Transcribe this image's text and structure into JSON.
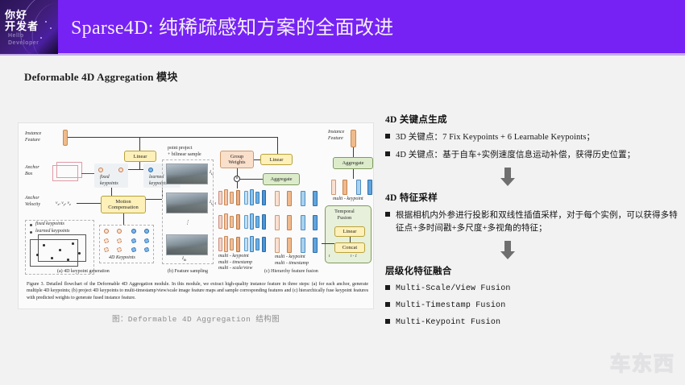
{
  "logo": {
    "cn_line1": "你好",
    "cn_line2": "开发者",
    "en_line1": "Hello",
    "en_line2": "Developer"
  },
  "header": {
    "title": "Sparse4D: 纯稀疏感知方案的全面改进",
    "bar_color": "#7622f4",
    "underline_color": "#c2aee6",
    "title_color": "#f3eefc"
  },
  "subtitle": "Deformable 4D Aggregation 模块",
  "figure": {
    "caption_en": "Figure 3. Detailed flowchart of the Deformable 4D Aggregation module. In this module, we extract high-quality instance feature in three steps: (a) for each anchor, generate multiple 4D keypoints; (b) project 4D keypoints to multi-timestamp/view/scale image feature maps and sample corresponding features and (c) hierarchically fuse keypoint features with predicted weights to generate fused instance feature.",
    "caption_cn": "图：Deformable 4D Aggregation 结构图",
    "labels": {
      "instance_feature_left": "Instance\nFeature",
      "instance_feature_right": "Instance\nFeature",
      "anchor_box": "Anchor\nBox",
      "anchor_velocity": "Anchor\nVelocity",
      "velocity_vars": "vx, vy, vz",
      "linear_a": "Linear",
      "linear_b": "Linear",
      "linear_temporal": "Linear",
      "concat": "Concat",
      "motion_compensation": "Motion\nCompensation",
      "group_weights": "Group\nWeights",
      "aggregate_mid": "Aggregate",
      "aggregate_right": "Aggregate",
      "temporal_fusion": "Temporal\nFusion",
      "fixed_keypoints": "fixed\nkeypoints",
      "learned_keypoints": "learned\nkeypoints",
      "legend_fixed": "fixed keypoints",
      "legend_learned": "learned keypoints",
      "keypoints_4d": "4D Keypoints",
      "point_project": "point project\n+ bilinear sample",
      "img_t": "I t0",
      "img_t1": "I t0-1",
      "img_tk": "I tk",
      "multi_kp_ts_sv": "multi - keypoint\nmulti - timestamp\nmulti - scale/view",
      "multi_kp_ts": "multi - keypoint\nmulti - timestamp",
      "multi_keypoint": "multi - keypoint",
      "t_label": "t",
      "t1_label": "t - 1",
      "sub_a": "(a) 4D keypoint generation",
      "sub_b": "(b) Feature sampling",
      "sub_c": "(c) Hierarchy feature fusion"
    }
  },
  "content": {
    "sections": [
      {
        "heading": "4D 关键点生成",
        "bullets": [
          {
            "text": "3D 关键点：7 Fix Keypoints + 6 Learnable Keypoints；",
            "mono": false
          },
          {
            "text": "4D 关键点：基于自车+实例速度信息运动补偿，获得历史位置；",
            "mono": false
          }
        ],
        "arrow_after": true
      },
      {
        "heading": "4D 特征采样",
        "bullets": [
          {
            "text": "根据相机内外参进行投影和双线性插值采样，对于每个实例，可以获得多特征点+多时间戳+多尺度+多视角的特征；",
            "mono": false
          }
        ],
        "arrow_after": true
      },
      {
        "heading": "层级化特征融合",
        "bullets": [
          {
            "text": "Multi-Scale/View Fusion",
            "mono": true
          },
          {
            "text": "Multi-Timestamp Fusion",
            "mono": true
          },
          {
            "text": "Multi-Keypoint Fusion",
            "mono": true
          }
        ],
        "arrow_after": false
      }
    ]
  },
  "watermark": "车东西"
}
